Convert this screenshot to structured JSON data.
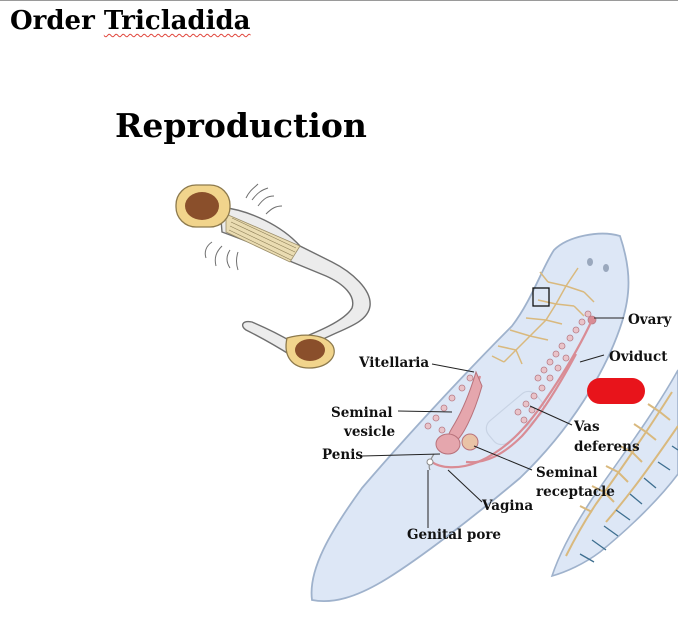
{
  "page": {
    "title_word1": "Order",
    "title_word2": "Tricladida",
    "heading": "Reproduction"
  },
  "labels": {
    "vitellaria": "Vitellaria",
    "seminal_vesicle_1": "Seminal",
    "seminal_vesicle_2": "vesicle",
    "penis": "Penis",
    "ovary": "Ovary",
    "oviduct": "Oviduct",
    "vas_deferens_1": "Vas",
    "vas_deferens_2": "deferens",
    "seminal_receptacle_1": "Seminal",
    "seminal_receptacle_2": "receptacle",
    "vagina": "Vagina",
    "genital_pore": "Genital pore"
  },
  "colors": {
    "body": "#dde7f6",
    "body_outline": "#9fb2cc",
    "testes": "#e9c3c9",
    "reproductive_ducts": "#d98c95",
    "yolk_cell": "#f2d68c",
    "nucleus": "#8a4f2b",
    "redaction_mark": "#e8141b"
  }
}
